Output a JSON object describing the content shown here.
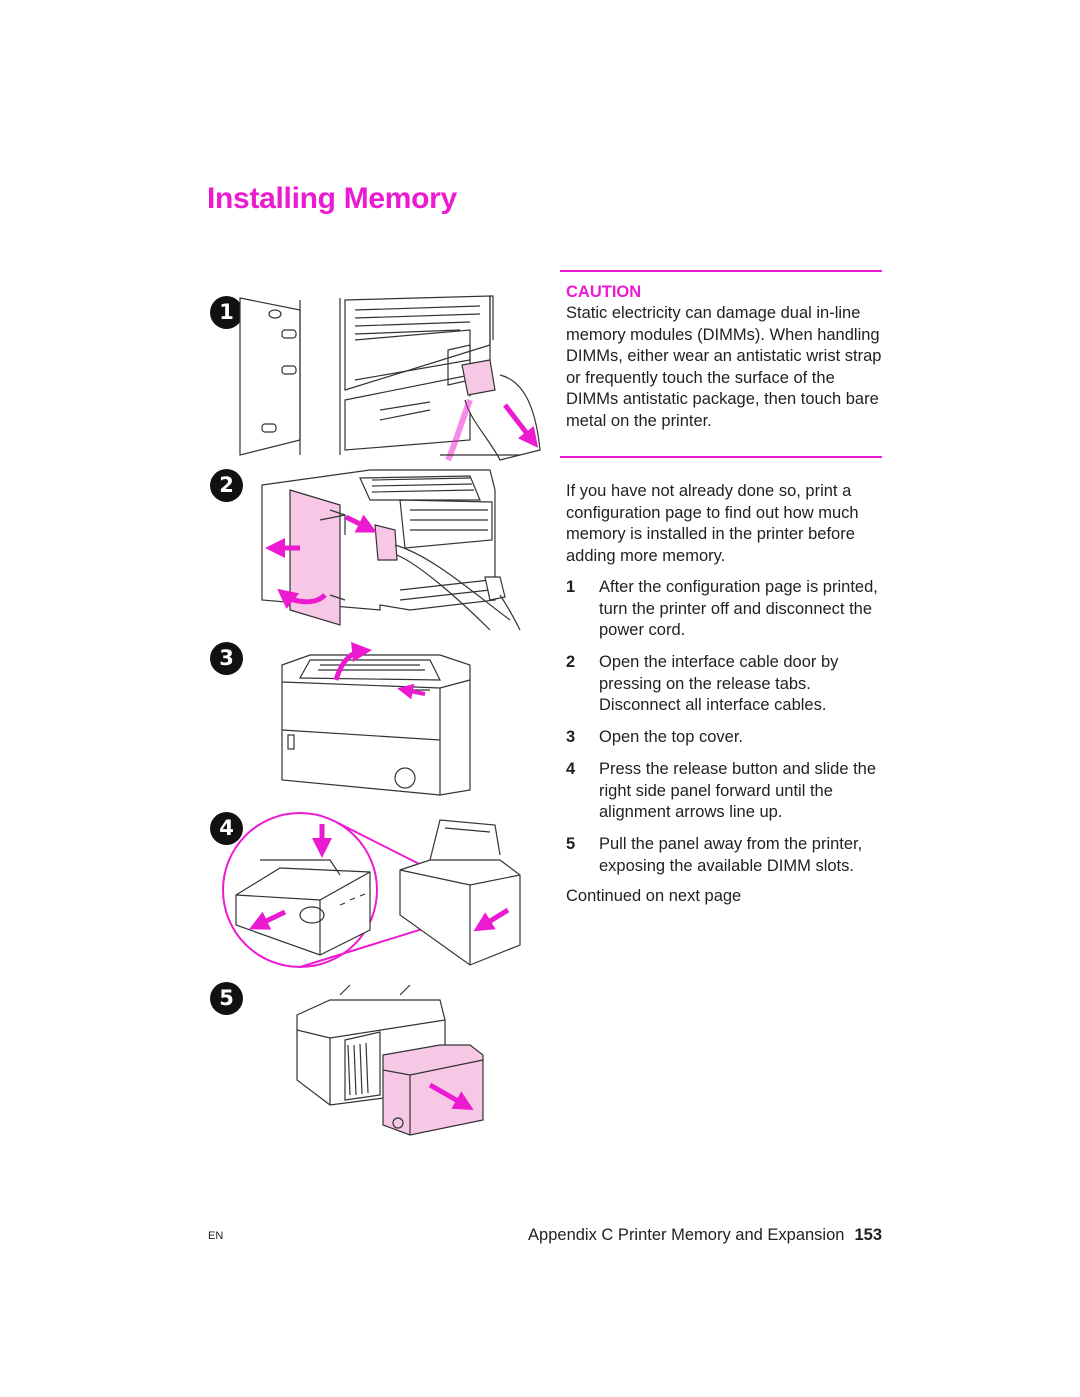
{
  "page": {
    "title": "Installing Memory",
    "caution": {
      "label": "CAUTION",
      "text": "Static electricity can damage dual in-line memory modules (DIMMs). When handling DIMMs, either wear an antistatic wrist strap or frequently touch the surface of the DIMMs antistatic package, then touch bare metal on the printer."
    },
    "intro": "If you have not already done so, print a configuration page to find out how much memory is installed in the printer before adding more memory.",
    "steps": [
      {
        "num": "1",
        "text": "After the configuration page is printed, turn the printer off and disconnect the power cord."
      },
      {
        "num": "2",
        "text": "Open the interface cable door by pressing on the release tabs. Disconnect all interface cables."
      },
      {
        "num": "3",
        "text": "Open the top cover."
      },
      {
        "num": "4",
        "text": "Press the release button and slide the right side panel forward until the alignment arrows line up."
      },
      {
        "num": "5",
        "text": "Pull the panel away from the printer, exposing the available DIMM slots."
      }
    ],
    "continued": "Continued on next page",
    "figure_numbers": [
      "1",
      "2",
      "3",
      "4",
      "5"
    ],
    "footer": {
      "left": "EN",
      "section": "Appendix C Printer Memory and Expansion",
      "page_number": "153"
    },
    "colors": {
      "accent": "#ec1ad1",
      "text": "#231f20",
      "panel_fill": "#f7c7e6"
    },
    "icons": [
      "printer-back-illustration",
      "printer-side-illustration",
      "printer-front-illustration",
      "printer-zoom-illustration",
      "printer-open-illustration",
      "arrow-icon"
    ]
  }
}
